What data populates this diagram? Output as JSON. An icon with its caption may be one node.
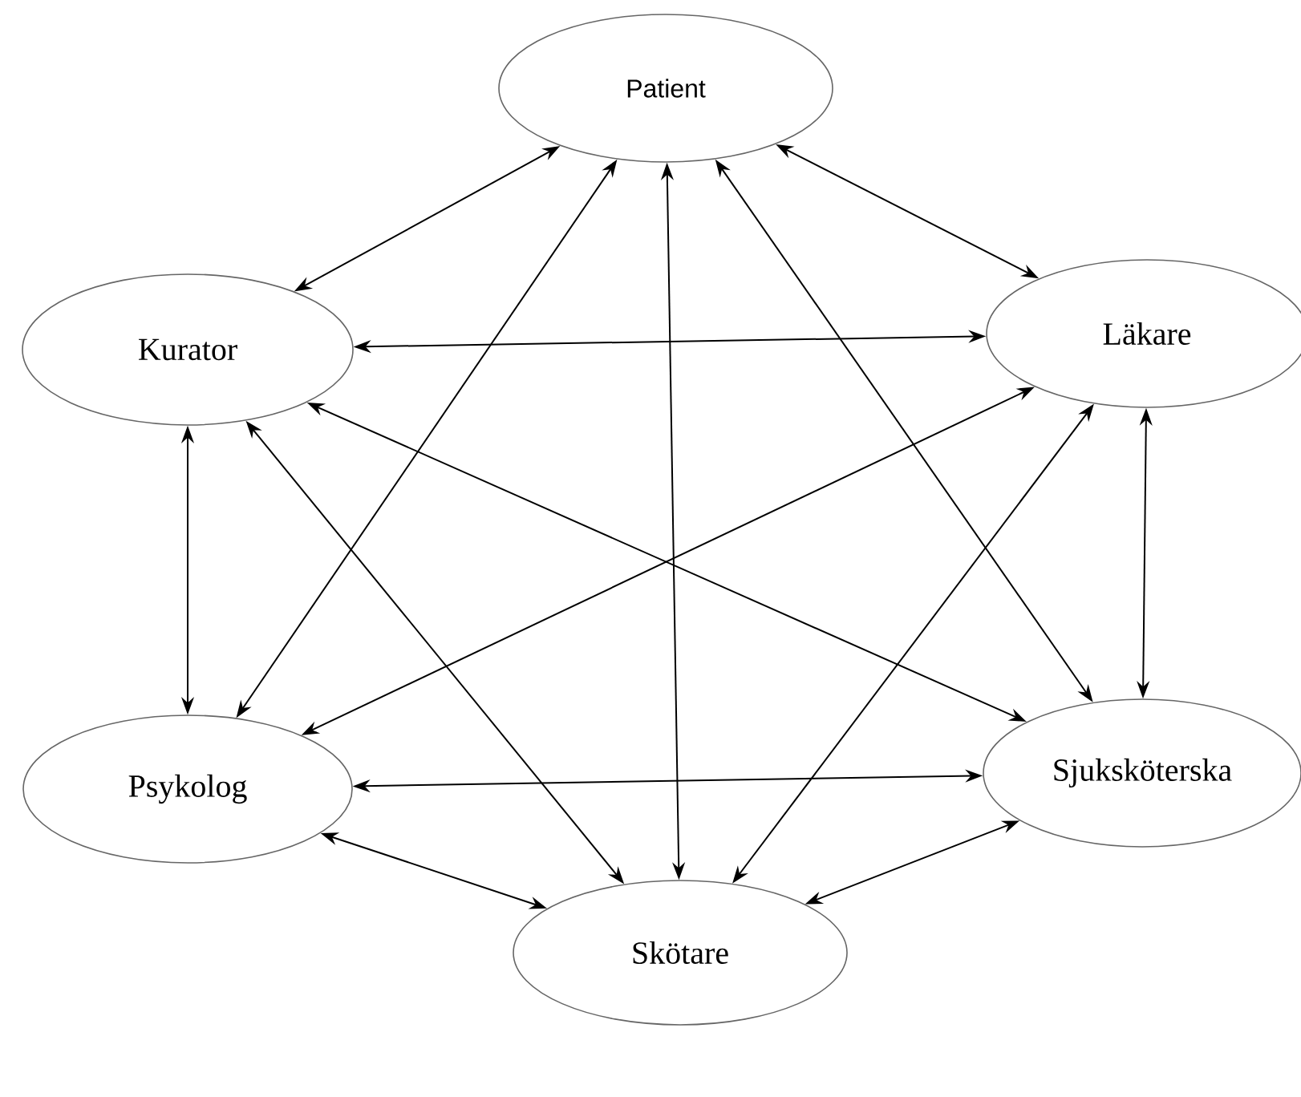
{
  "diagram": {
    "nodes": [
      {
        "text": [
          "Patient"
        ]
      },
      {
        "text": [
          "Kurator"
        ]
      },
      {
        "text": [
          "Läkare"
        ]
      },
      {
        "text": [
          "Psykolog"
        ]
      },
      {
        "text": [
          "Sjuksköterska"
        ]
      },
      {
        "text": [
          "Skötare"
        ]
      }
    ],
    "edges": [
      {
        "from": 0,
        "to": 1,
        "arrow": "both"
      },
      {
        "from": 0,
        "to": 2,
        "arrow": "both"
      },
      {
        "from": 0,
        "to": 3,
        "arrow": "both"
      },
      {
        "from": 0,
        "to": 4,
        "arrow": "both"
      },
      {
        "from": 0,
        "to": 5,
        "arrow": "both"
      },
      {
        "from": 1,
        "to": 2,
        "arrow": "both"
      },
      {
        "from": 1,
        "to": 3,
        "arrow": "both"
      },
      {
        "from": 1,
        "to": 4,
        "arrow": "both"
      },
      {
        "from": 1,
        "to": 5,
        "arrow": "both"
      },
      {
        "from": 2,
        "to": 3,
        "arrow": "both"
      },
      {
        "from": 2,
        "to": 4,
        "arrow": "both"
      },
      {
        "from": 2,
        "to": 5,
        "arrow": "both"
      },
      {
        "from": 3,
        "to": 4,
        "arrow": "both"
      },
      {
        "from": 3,
        "to": 5,
        "arrow": "both"
      },
      {
        "from": 4,
        "to": 5,
        "arrow": "both"
      }
    ]
  }
}
